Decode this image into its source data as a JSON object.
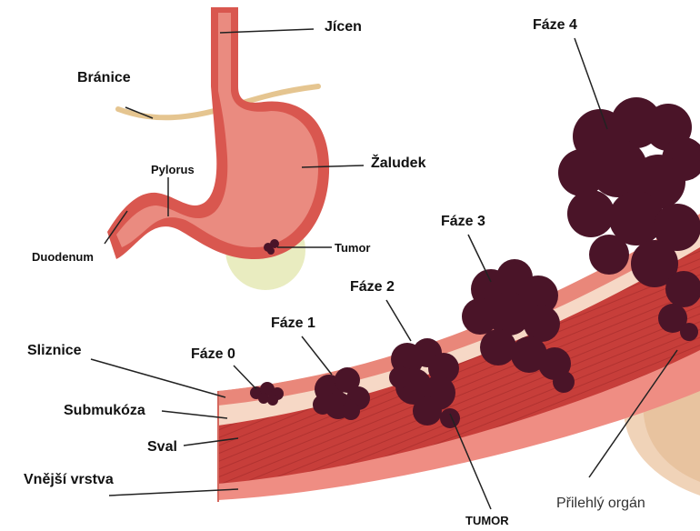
{
  "labels": {
    "jicen": "Jícen",
    "branice": "Bránice",
    "zaludek": "Žaludek",
    "pylorus": "Pylorus",
    "duodenum": "Duodenum",
    "tumor_small": "Tumor",
    "faze0": "Fáze 0",
    "faze1": "Fáze 1",
    "faze2": "Fáze 2",
    "faze3": "Fáze 3",
    "faze4": "Fáze 4",
    "sliznice": "Sliznice",
    "submukoza": "Submukóza",
    "sval": "Sval",
    "vnejsi": "Vnější vrstva",
    "tumor_big": "TUMOR",
    "prilehly": "Přilehlý orgán"
  },
  "colors": {
    "tumor": "#4a1428",
    "tumor_light": "#6b2440",
    "mucosa": "#e9877a",
    "submucosa": "#f6d8c6",
    "muscle": "#c73e3a",
    "outer": "#ef8d83",
    "stomach": "#d9574f",
    "stomach_inner": "#ea8b80",
    "diaphragm": "#e5c590",
    "organ": "#f0d3b8",
    "halo": "#e9ecc0"
  }
}
